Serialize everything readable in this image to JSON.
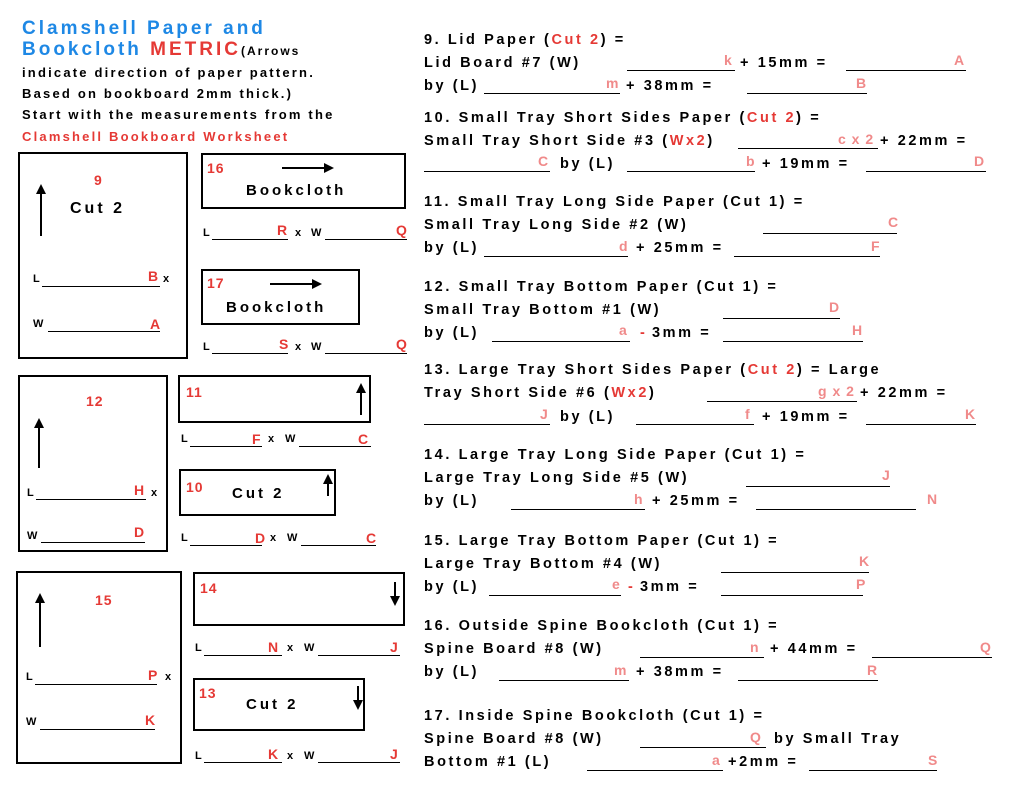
{
  "header": {
    "line1": "Clamshell Paper and",
    "line2_a": "Bookcloth ",
    "line2_b": "METRIC",
    "line2_c": "(Arrows",
    "line3": "indicate direction of paper pattern.",
    "line4": "Based on bookboard 2mm thick.)",
    "line5": "Start with the measurements from the",
    "line6": "Clamshell Bookboard Worksheet"
  },
  "diagrams": {
    "b9": {
      "num": "9",
      "text": "Cut 2",
      "l_letter": "B",
      "w_letter": "A",
      "x": "x"
    },
    "b16": {
      "num": "16",
      "text": "Bookcloth",
      "l_letter": "R",
      "w_letter": "Q",
      "x": "x"
    },
    "b17": {
      "num": "17",
      "text": "Bookcloth",
      "l_letter": "S",
      "w_letter": "Q",
      "x": "x"
    },
    "b12": {
      "num": "12",
      "l_letter": "H",
      "w_letter": "D",
      "x": "x"
    },
    "b11": {
      "num": "11",
      "l_letter": "F",
      "w_letter": "C",
      "x": "x"
    },
    "b10": {
      "num": "10",
      "text": "Cut 2",
      "l_letter": "D",
      "w_letter": "C",
      "x": "x"
    },
    "b15": {
      "num": "15",
      "l_letter": "P",
      "w_letter": "K",
      "x": "x"
    },
    "b14": {
      "num": "14",
      "l_letter": "N",
      "w_letter": "J",
      "x": "x"
    },
    "b13": {
      "num": "13",
      "text": "Cut 2",
      "l_letter": "K",
      "w_letter": "J",
      "x": "x"
    },
    "L": "L",
    "W": "W"
  },
  "sections": {
    "s9": {
      "t1": "9. Lid Paper (",
      "t1red": "Cut 2",
      "t1b": ") =",
      "l2": "Lid Board #7 (W)",
      "l2a": "k",
      "l2b": "+ 15mm =",
      "l2c": "A",
      "l3": "by (L)",
      "l3a": "m",
      "l3b": "+ 38mm =",
      "l3c": "B"
    },
    "s10": {
      "t1": "10. Small Tray Short Sides Paper (",
      "t1red": "Cut 2",
      "t1b": ") =",
      "l2": "Small Tray Short Side #3 (",
      "l2red": "Wx2",
      "l2close": ")",
      "l2a": "c x 2",
      "l2b": "+ 22mm =",
      "l3a": "C",
      "l3": "by (L)",
      "l3b": "b",
      "l3c": "+ 19mm =",
      "l3d": "D"
    },
    "s11": {
      "t1": "11. Small Tray Long Side Paper (Cut 1) =",
      "l2": "Small Tray Long Side #2 (W)",
      "l2a": "C",
      "l3": "by (L)",
      "l3a": "d",
      "l3b": "+ 25mm =",
      "l3c": "F"
    },
    "s12": {
      "t1": "12. Small Tray Bottom Paper (Cut 1) =",
      "l2": "Small Tray Bottom #1 (W)",
      "l2a": "D",
      "l3": "by (L)",
      "l3a": "a",
      "l3red": "-",
      "l3b": "3mm =",
      "l3c": "H"
    },
    "s13": {
      "t1": "13. Large Tray Short Sides Paper (",
      "t1red": "Cut 2",
      "t1b": ") = Large",
      "l2": "Tray Short Side #6 (",
      "l2red": "Wx2",
      "l2close": ")",
      "l2a": "g x 2",
      "l2b": "+ 22mm =",
      "l3a": "J",
      "l3": "by (L)",
      "l3b": "f",
      "l3c": "+ 19mm =",
      "l3d": "K"
    },
    "s14": {
      "t1": "14. Large Tray Long Side Paper (Cut 1) =",
      "l2": "Large Tray Long Side #5 (W)",
      "l2a": "J",
      "l3": "by (L)",
      "l3a": "h",
      "l3b": "+ 25mm =",
      "l3c": "N"
    },
    "s15": {
      "t1": "15. Large Tray Bottom Paper (Cut 1) =",
      "l2": "Large Tray Bottom #4 (W)",
      "l2a": "K",
      "l3": "by (L)",
      "l3a": "e",
      "l3red": "-",
      "l3b": "3mm =",
      "l3c": "P"
    },
    "s16": {
      "t1": "16. Outside Spine Bookcloth (Cut 1) =",
      "l2": "Spine Board #8 (W)",
      "l2a": "n",
      "l2b": "+ 44mm =",
      "l2c": "Q",
      "l3": "by (L)",
      "l3a": "m",
      "l3b": "+ 38mm =",
      "l3c": "R"
    },
    "s17": {
      "t1": "17. Inside Spine Bookcloth (Cut 1) =",
      "l2": "Spine Board #8 (W)",
      "l2a": "Q",
      "l2b": "by Small Tray",
      "l3": "Bottom #1 (L)",
      "l3a": "a",
      "l3b": "+2mm =",
      "l3c": "S"
    }
  },
  "colors": {
    "blue": "#1e88e5",
    "red": "#e53935",
    "pink": "#f08a8a"
  }
}
